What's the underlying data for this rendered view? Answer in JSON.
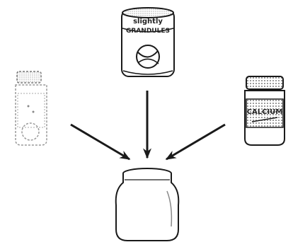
{
  "containers": {
    "top_can": {
      "name": "top-can",
      "label_line1": "slightly",
      "label_line2": "GRANDULES",
      "icon": "tennis-ball-icon"
    },
    "left_bottle": {
      "name": "left-pill-bottle",
      "label": ""
    },
    "right_jar": {
      "name": "right-jar",
      "label": "CALCIUM"
    },
    "target_jar": {
      "name": "target-jar",
      "label": ""
    }
  },
  "arrows": [
    {
      "name": "arrow-left-to-jar",
      "from": "left_bottle",
      "to": "target_jar"
    },
    {
      "name": "arrow-top-to-jar",
      "from": "top_can",
      "to": "target_jar"
    },
    {
      "name": "arrow-right-to-jar",
      "from": "right_jar",
      "to": "target_jar"
    }
  ],
  "colors": {
    "ink": "#1a1a1a",
    "paper": "#ffffff",
    "shade": "#c8c8c8"
  }
}
